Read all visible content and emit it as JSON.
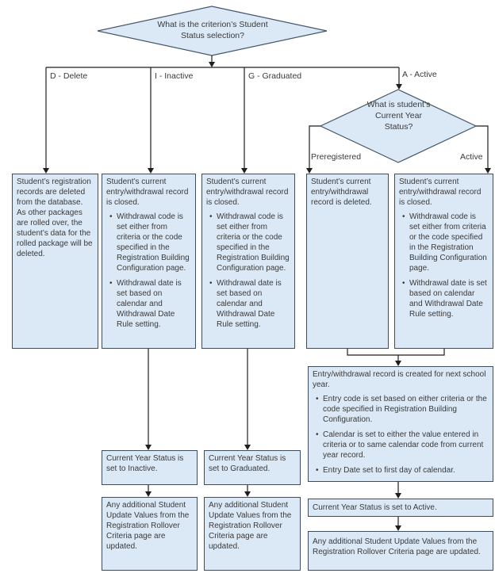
{
  "palette": {
    "box_fill": "#dbe8f5",
    "box_border": "#3c4d5e",
    "connector": "#1f1f1f",
    "text": "#3a3a3a"
  },
  "decisions": {
    "student_status": "What is the criterion’s Student Status selection?",
    "current_year": "What is student’s Current Year Status?"
  },
  "branch_labels": {
    "delete": "D - Delete",
    "inactive": "I - Inactive",
    "graduated": "G - Graduated",
    "active": "A - Active",
    "preregistered": "Preregistered",
    "active_year": "Active"
  },
  "boxes": {
    "delete": {
      "p1": "Student’s registration records are deleted from the database.",
      "p2": "As other packages are rolled over, the student’s data for the rolled package will be deleted."
    },
    "closed": {
      "intro": "Student’s current entry/withdrawal record is closed.",
      "bullets": [
        "Withdrawal code is set either from criteria or the code specified in the Registration Building Configuration page.",
        "Withdrawal date is set based on calendar and Withdrawal Date Rule setting."
      ]
    },
    "preregistered": {
      "text": "Student’s current entry/withdrawal record is deleted."
    },
    "new_record": {
      "intro": "Entry/withdrawal record is created for next school year.",
      "bullets": [
        "Entry code is set based on either criteria or the code specified in Registration Building Configuration.",
        "Calendar is set to either the value entered in criteria or to same calendar code from current year record.",
        "Entry Date set to first day of calendar."
      ]
    },
    "cys_inactive": "Current Year Status is set to Inactive.",
    "cys_graduated": "Current Year Status is set to Graduated.",
    "cys_active": "Current Year Status is set to Active.",
    "additional": "Any additional Student Update Values from the Registration Rollover Criteria page are updated."
  }
}
